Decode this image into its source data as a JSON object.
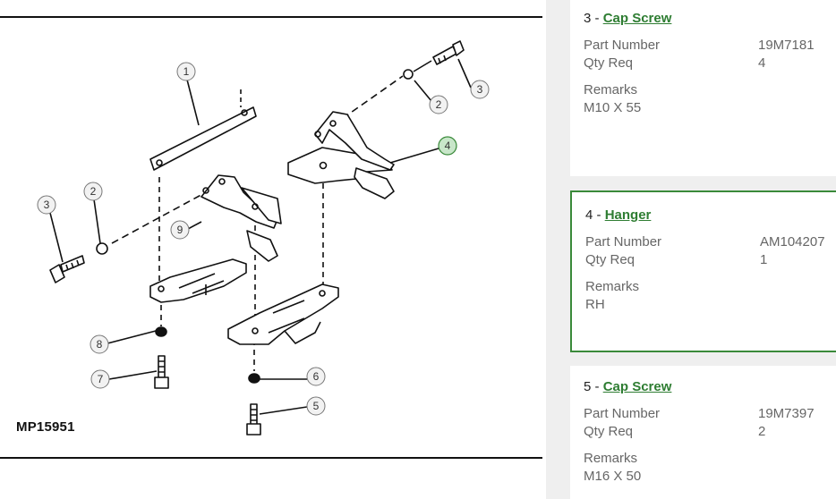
{
  "diagram": {
    "code": "MP15951",
    "callouts": [
      {
        "label": "1"
      },
      {
        "label": "2"
      },
      {
        "label": "3"
      },
      {
        "label": "4",
        "highlighted": true
      },
      {
        "label": "2"
      },
      {
        "label": "3"
      },
      {
        "label": "9"
      },
      {
        "label": "8"
      },
      {
        "label": "7"
      },
      {
        "label": "6"
      },
      {
        "label": "5"
      }
    ]
  },
  "parts": [
    {
      "ref": "3 - ",
      "name": "Cap Screw",
      "part_number_label": "Part Number",
      "part_number": "19M7181",
      "qty_label": "Qty Req",
      "qty": "4",
      "remarks_label": "Remarks",
      "remarks": "M10 X 55"
    },
    {
      "ref": "4 - ",
      "name": "Hanger",
      "part_number_label": "Part Number",
      "part_number": "AM104207",
      "qty_label": "Qty Req",
      "qty": "1",
      "remarks_label": "Remarks",
      "remarks": "RH",
      "selected": true
    },
    {
      "ref": "5 - ",
      "name": "Cap Screw",
      "part_number_label": "Part Number",
      "part_number": "19M7397",
      "qty_label": "Qty Req",
      "qty": "2",
      "remarks_label": "Remarks",
      "remarks": "M16 X 50"
    }
  ],
  "colors": {
    "accent": "#2e7d32",
    "selected_border": "#3a8a3a",
    "callout_highlight": "#c8e6c9"
  }
}
